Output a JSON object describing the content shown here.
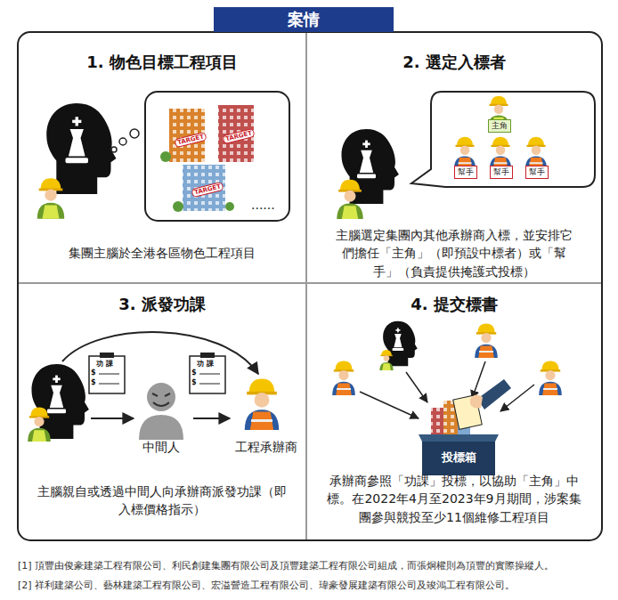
{
  "diagram": {
    "title": "案情",
    "nodes": [
      {
        "text": [
          "1. 物色目標工程項目",
          "集團主腦於全港各區物色工程項目"
        ]
      },
      {
        "text": [
          "2. 選定入標者",
          "主腦選定集團內其他承辦商入標，並安排它們擔任「主角」（即預設中標者）或「幫手」（負責提供掩護式投標）"
        ]
      },
      {
        "text": [
          "3. 派發功課",
          "主腦親自或透過中間人向承辦商派發功課（即入標價格指示）"
        ]
      },
      {
        "text": [
          "4. 提交標書",
          "承辦商參照「功課」投標，以協助「主角」中標。在2022年4月至2023年9月期間，涉案集團參與競投至少11個維修工程項目"
        ]
      },
      {
        "text": [
          "中間人"
        ],
        "in": 2
      },
      {
        "text": [
          "工程承辦商"
        ],
        "in": 2
      }
    ],
    "edges": [
      {
        "from": 4,
        "to": 5,
        "arrow": "to"
      }
    ],
    "labels": [
      "TARGET",
      "TARGET",
      "TARGET",
      "......",
      "主角",
      "幫手",
      "幫手",
      "幫手",
      "功 課",
      "$",
      "$",
      "功 課",
      "$",
      "$",
      "投標箱",
      "[1] 頂豐由俊豪建築工程有限公司、利民創建集團有限公司及頂豐建築工程有限公司組成，而張炯權則為頂豐的實際操縱人。",
      "[2] 祥利建築公司、藝林建築工程有限公司、宏溢營造工程有限公司、瑋豪發展建築有限公司及竣鴻工程有限公司。"
    ]
  }
}
